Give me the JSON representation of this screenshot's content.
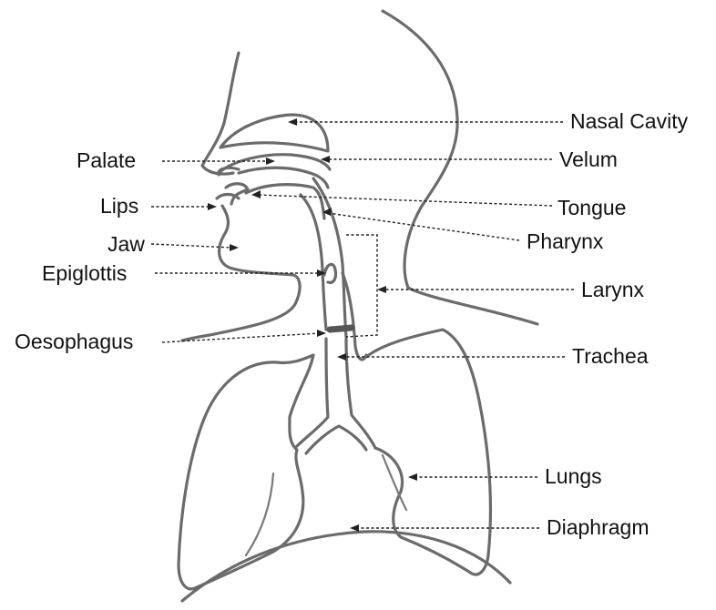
{
  "labels": {
    "nasal_cavity": "Nasal Cavity",
    "palate": "Palate",
    "velum": "Velum",
    "lips": "Lips",
    "tongue": "Tongue",
    "jaw": "Jaw",
    "pharynx": "Pharynx",
    "epiglottis": "Epiglottis",
    "larynx": "Larynx",
    "oesophagus": "Oesophagus",
    "trachea": "Trachea",
    "lungs": "Lungs",
    "diaphragm": "Diaphragm"
  },
  "colors": {
    "sketch_stroke": "#6b6b6b",
    "label_text": "#111111",
    "leader_line": "#222222",
    "background": "#ffffff"
  }
}
